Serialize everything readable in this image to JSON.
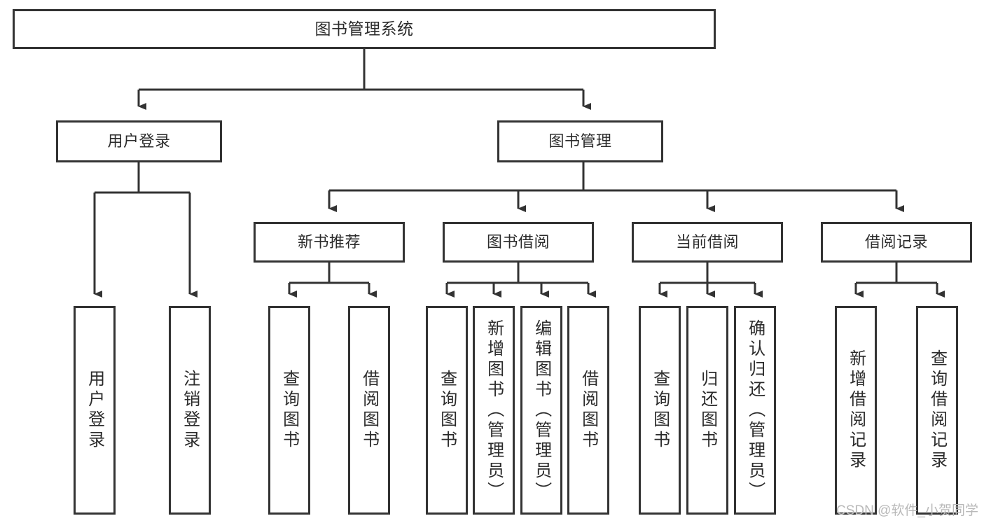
{
  "diagram": {
    "title": "图书管理系统",
    "type": "tree",
    "watermark": "CSDN @软件_小贺同学",
    "line_color": "#333333",
    "box_fill": "#ffffff",
    "text_color": "#2b2b2b"
  },
  "nodes": {
    "root": {
      "label": "图书管理系统"
    },
    "level2": [
      {
        "label": "用户登录"
      },
      {
        "label": "图书管理"
      }
    ],
    "level3": [
      {
        "label": "新书推荐"
      },
      {
        "label": "图书借阅"
      },
      {
        "label": "当前借阅"
      },
      {
        "label": "借阅记录"
      }
    ],
    "leaves": {
      "user_login": [
        {
          "label": "用户登录"
        },
        {
          "label": "注销登录"
        }
      ],
      "new_book": [
        {
          "label": "查询图书"
        },
        {
          "label": "借阅图书"
        }
      ],
      "book_borrow": [
        {
          "label": "查询图书"
        },
        {
          "label": "新增图书（管理员）"
        },
        {
          "label": "编辑图书（管理员）"
        },
        {
          "label": "借阅图书"
        }
      ],
      "current_borrow": [
        {
          "label": "查询图书"
        },
        {
          "label": "归还图书"
        },
        {
          "label": "确认归还（管理员）"
        }
      ],
      "borrow_record": [
        {
          "label": "新增借阅记录"
        },
        {
          "label": "查询借阅记录"
        }
      ]
    }
  }
}
